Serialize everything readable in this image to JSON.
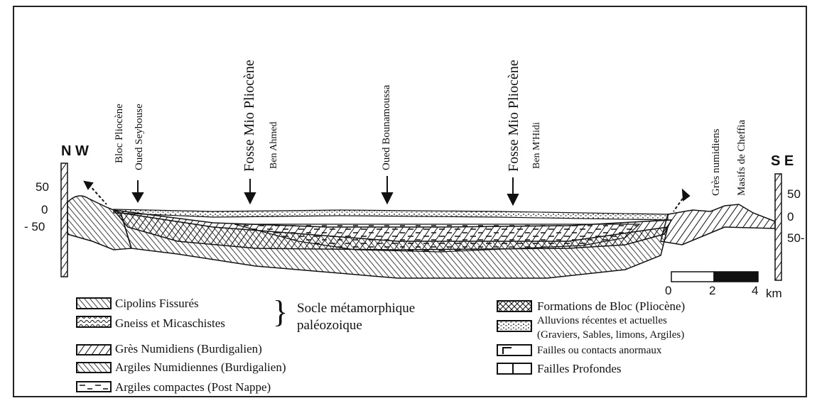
{
  "orientation": {
    "left": "N W",
    "right": "S E"
  },
  "left_axis": {
    "ticks": [
      "50",
      "0",
      "- 50"
    ]
  },
  "right_axis": {
    "ticks": [
      "50",
      "0",
      "50-"
    ]
  },
  "section_labels": [
    {
      "text": "Bloc Pliocène"
    },
    {
      "text": "Oued Seybouse"
    },
    {
      "text": "Fosse Mio Pliocène",
      "sub": "Ben  Ahmed"
    },
    {
      "text": "Oued Bounamoussa"
    },
    {
      "text": "Fosse Mio Pliocène",
      "sub": "Ben M'Hidi"
    },
    {
      "text": "Grès numidiens"
    },
    {
      "text": "Masifs de Cheffia"
    }
  ],
  "scale_bar": {
    "ticks": [
      "0",
      "2",
      "4"
    ],
    "unit": "km"
  },
  "legend": {
    "left": [
      {
        "label": "Cipolins Fissurés"
      },
      {
        "label": "Gneiss et Micaschistes"
      },
      {
        "label": "Grès Numidiens (Burdigalien)"
      },
      {
        "label": "Argiles Numidiennes (Burdigalien)"
      },
      {
        "label": "Argiles compactes (Post Nappe)"
      }
    ],
    "group_label_line1": "Socle métamorphique",
    "group_label_line2": "paléozoique",
    "right": [
      {
        "label": "Formations de Bloc (Pliocène)"
      },
      {
        "label": "Alluvions récentes et actuelles",
        "label2": "(Graviers, Sables, limons, Argiles)"
      },
      {
        "label": "Failles ou contacts anormaux"
      },
      {
        "label": "Failles Profondes"
      }
    ]
  }
}
